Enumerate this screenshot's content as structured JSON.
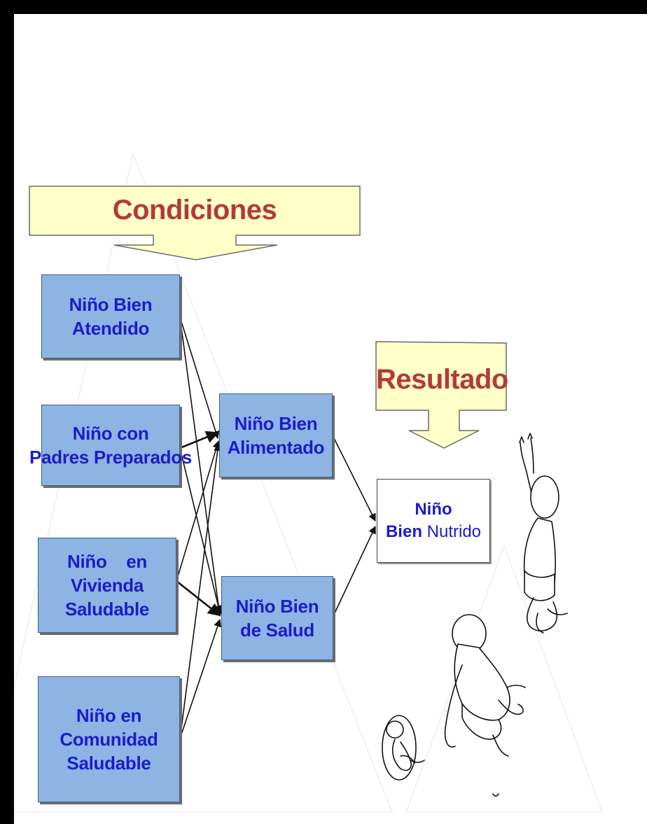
{
  "conditions_banner": {
    "label": "Condiciones"
  },
  "result_banner": {
    "label": "Resultado"
  },
  "conditions": [
    {
      "lines": [
        "Niño Bien",
        "Atendido"
      ]
    },
    {
      "lines": [
        "Niño con",
        "Padres Preparados"
      ]
    },
    {
      "lines": [
        "Niño    en",
        "Vivienda",
        "Saludable"
      ]
    },
    {
      "lines": [
        "Niño en",
        "Comunidad",
        "Saludable"
      ]
    }
  ],
  "intermediate": [
    {
      "lines": [
        "Niño Bien",
        "Alimentado"
      ]
    },
    {
      "lines": [
        "Niño Bien",
        "de Salud"
      ]
    }
  ],
  "result": {
    "line1": "Niño",
    "line2_bold": "Bien",
    "line2_rest": " Nutrido"
  },
  "colors": {
    "node_fill": "#8eb4e3",
    "node_text": "#1c1cc9",
    "banner_fill": "#ffffc8",
    "banner_text": "#b33a3a"
  },
  "illustrations": [
    "baby-reaching-up-icon",
    "baby-crawling-icon",
    "fetus-icon"
  ]
}
